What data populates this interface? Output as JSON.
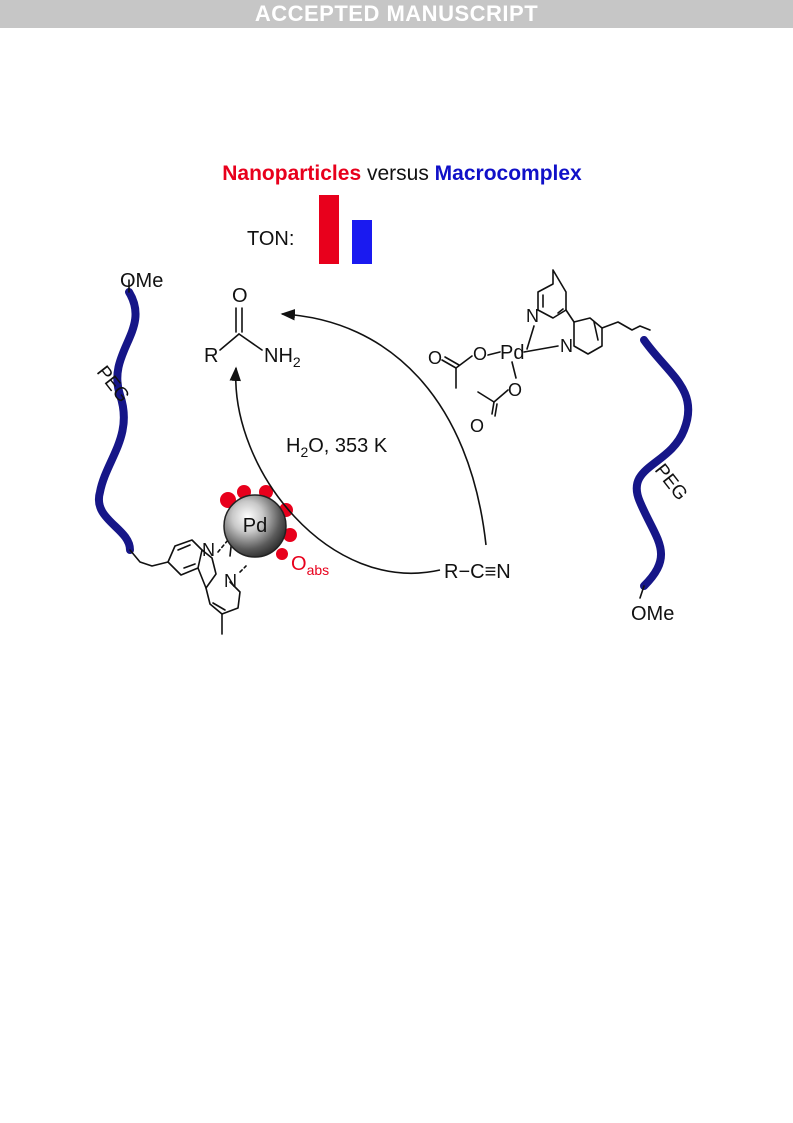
{
  "banner": {
    "text": "ACCEPTED MANUSCRIPT"
  },
  "title": {
    "left": "Nanoparticles",
    "middle": " versus ",
    "right": "Macrocomplex",
    "left_color": "#e8001c",
    "right_color": "#1010c8"
  },
  "ton": {
    "label": "TON:",
    "nanoparticle_bar_color": "#e8001c",
    "macrocomplex_bar_color": "#1a1af0"
  },
  "colors": {
    "peg_ribbon": "#161688",
    "oxygen_adsorbed": "#e8001c",
    "bond": "#111111"
  },
  "labels": {
    "ome": "OMe",
    "peg": "PEG",
    "pd": "Pd",
    "n": "N",
    "o": "O",
    "r": "R",
    "nh": "NH",
    "sub2": "2",
    "h": "H",
    "conditions_rest": "O, 353 K",
    "o_abs_main": "O",
    "o_abs_sub": "abs",
    "nitrile": "R−C≡N"
  }
}
